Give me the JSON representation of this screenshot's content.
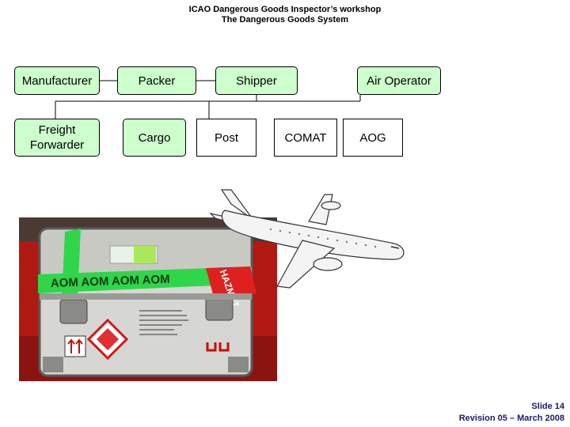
{
  "header": {
    "line1": "ICAO Dangerous Goods Inspector’s workshop",
    "line2": "The Dangerous Goods System"
  },
  "row1": {
    "manufacturer": "Manufacturer",
    "packer": "Packer",
    "shipper": "Shipper",
    "air_operator": "Air Operator"
  },
  "row2": {
    "freight_forwarder": "Freight Forwarder",
    "cargo": "Cargo",
    "post": "Post",
    "comat": "COMAT",
    "aog": "AOG"
  },
  "photo": {
    "tape_text": "AOM AOM AOM AOM",
    "hazmat_text": "HAZMAT"
  },
  "footer": {
    "slide": "Slide 14",
    "revision": "Revision 05 – March 2008"
  },
  "colors": {
    "green_box": "#ccffcc",
    "footer_text": "#1a1a6e"
  }
}
